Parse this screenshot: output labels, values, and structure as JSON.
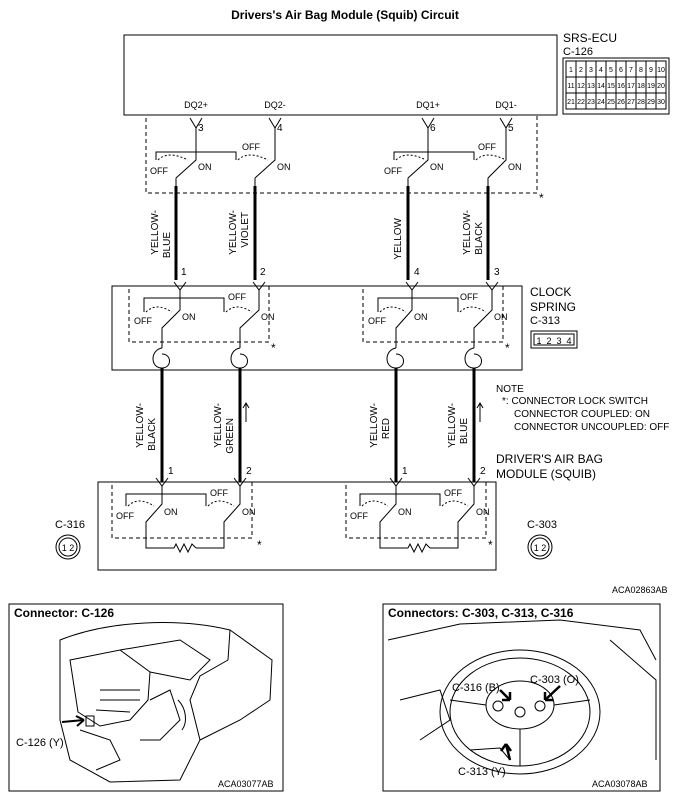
{
  "title": "Drivers's Air Bag Module (Squib) Circuit",
  "srs_ecu": {
    "name": "SRS-ECU",
    "connector": "C-126",
    "pins_row1": [
      "1",
      "2",
      "3",
      "4",
      "5",
      "6",
      "7",
      "8",
      "9",
      "10"
    ],
    "pins_row2": [
      "11",
      "12",
      "13",
      "14",
      "15",
      "16",
      "17",
      "18",
      "19",
      "20"
    ],
    "pins_row3": [
      "21",
      "22",
      "23",
      "24",
      "25",
      "26",
      "27",
      "28",
      "29",
      "30"
    ]
  },
  "ecu_terminals": [
    {
      "label": "DQ2+",
      "pin": "3"
    },
    {
      "label": "DQ2-",
      "pin": "4"
    },
    {
      "label": "DQ1+",
      "pin": "6"
    },
    {
      "label": "DQ1-",
      "pin": "5"
    }
  ],
  "switch_labels": {
    "off": "OFF",
    "on": "ON",
    "asterisk": "*"
  },
  "upper_wires": [
    {
      "color": "YELLOW-BLUE",
      "line1": "YELLOW-",
      "line2": "BLUE",
      "pin": "1"
    },
    {
      "color": "YELLOW-VIOLET",
      "line1": "YELLOW-",
      "line2": "VIOLET",
      "pin": "2"
    },
    {
      "color": "YELLOW",
      "line1": "YELLOW",
      "line2": "",
      "pin": "4"
    },
    {
      "color": "YELLOW-BLACK",
      "line1": "YELLOW-",
      "line2": "BLACK",
      "pin": "3"
    }
  ],
  "clock_spring": {
    "line1": "CLOCK",
    "line2": "SPRING",
    "connector": "C-313",
    "pins": [
      "1",
      "2",
      "3",
      "4"
    ]
  },
  "note": {
    "title": "NOTE",
    "line1": "*: CONNECTOR LOCK SWITCH",
    "line2": "CONNECTOR COUPLED: ON",
    "line3": "CONNECTOR UNCOUPLED: OFF"
  },
  "lower_wires": [
    {
      "color": "YELLOW-BLACK",
      "line1": "YELLOW-",
      "line2": "BLACK",
      "pin": "1"
    },
    {
      "color": "YELLOW-GREEN",
      "line1": "YELLOW-",
      "line2": "GREEN",
      "pin": "2"
    },
    {
      "color": "YELLOW-RED",
      "line1": "YELLOW-",
      "line2": "RED",
      "pin": "1"
    },
    {
      "color": "YELLOW-BLUE",
      "line1": "YELLOW-",
      "line2": "BLUE",
      "pin": "2"
    }
  ],
  "air_bag_module": {
    "line1": "DRIVER'S AIR BAG",
    "line2": "MODULE (SQUIB)"
  },
  "conn_c316": {
    "label": "C-316",
    "pins": "1 2"
  },
  "conn_c303": {
    "label": "C-303",
    "pins": "1 2"
  },
  "diagram_code": "ACA02863AB",
  "inset_left": {
    "title": "Connector: C-126",
    "callout": "C-126 (Y)",
    "code": "ACA03077AB"
  },
  "inset_right": {
    "title": "Connectors: C-303, C-313, C-316",
    "callout_316": "C-316 (B)",
    "callout_303": "C-303 (O)",
    "callout_313": "C-313 (Y)",
    "code": "ACA03078AB"
  }
}
